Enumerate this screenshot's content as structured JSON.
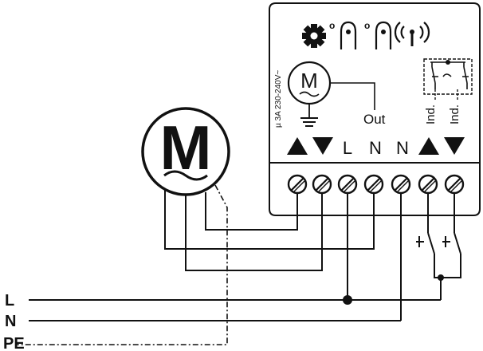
{
  "lines": {
    "l": "L",
    "n": "N",
    "pe": "PE"
  },
  "module": {
    "voltage_rating": "µ 3A 230-240V~",
    "out_label": "Out",
    "ind_left": "Ind.",
    "ind_right": "Ind.",
    "motor_symbol": "M",
    "terminal_l": "L",
    "terminal_n1": "N",
    "terminal_n2": "N",
    "degree_left": "o",
    "degree_right": "o"
  },
  "motor": {
    "symbol": "M"
  },
  "icons": [
    "gear-icon",
    "wifi-antenna-icon",
    "up-arrow-icon",
    "down-arrow-icon",
    "terminal-screw-icon",
    "wall-switch-icon"
  ]
}
